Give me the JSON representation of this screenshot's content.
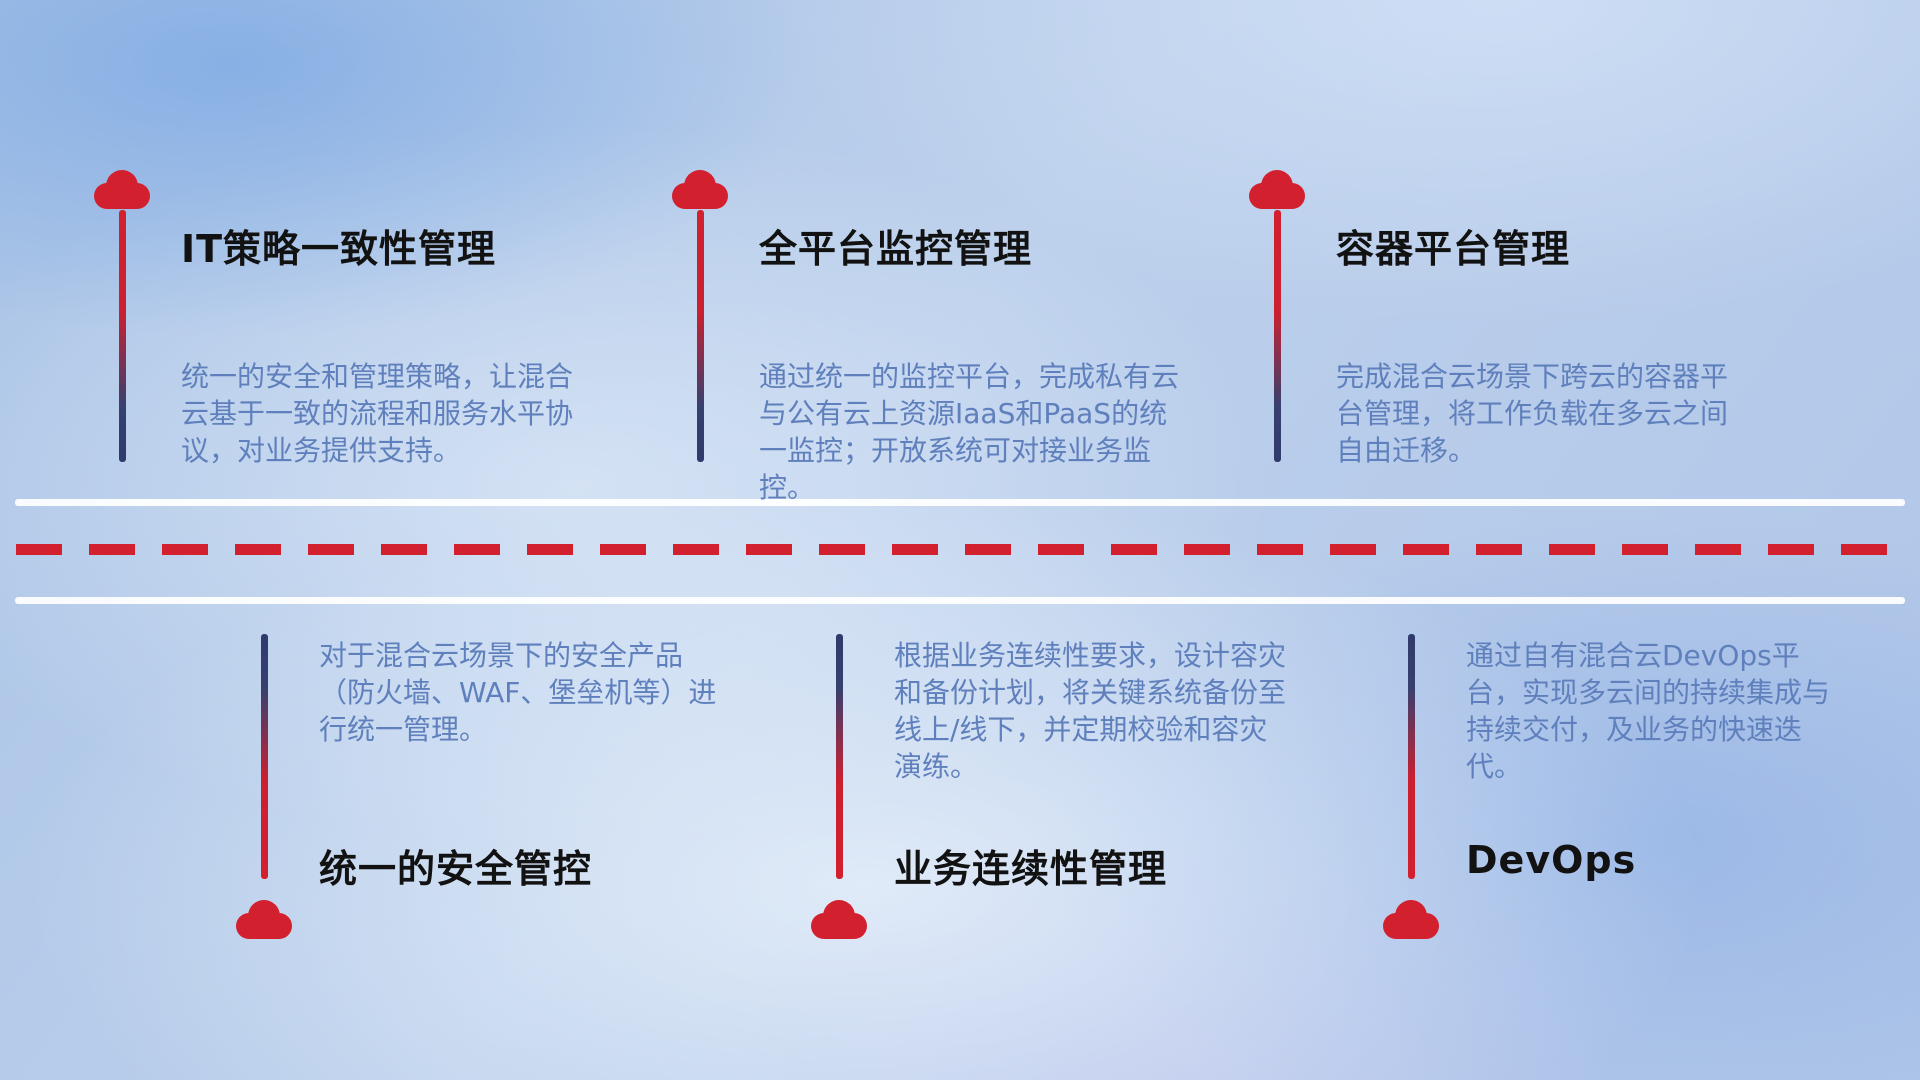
{
  "diagram_title": "hybrid-cloud-capabilities",
  "colors": {
    "accent_red": "#d2202f",
    "accent_navy": "#2f3a6c",
    "title_text": "#121212",
    "description_text": "#5f80bc",
    "road_line": "#ffffff"
  },
  "top_items": [
    {
      "icon": "cloud-icon",
      "title": "IT策略一致性管理",
      "description": "统一的安全和管理策略，让混合云基于一致的流程和服务水平协议，对业务提供支持。"
    },
    {
      "icon": "cloud-icon",
      "title": "全平台监控管理",
      "description": "通过统一的监控平台，完成私有云与公有云上资源IaaS和PaaS的统一监控；开放系统可对接业务监控。"
    },
    {
      "icon": "cloud-icon",
      "title": "容器平台管理",
      "description": "完成混合云场景下跨云的容器平台管理，将工作负载在多云之间自由迁移。"
    }
  ],
  "bottom_items": [
    {
      "icon": "cloud-icon",
      "title": "统一的安全管控",
      "description": "对于混合云场景下的安全产品（防火墙、WAF、堡垒机等）进行统一管理。"
    },
    {
      "icon": "cloud-icon",
      "title": "业务连续性管理",
      "description": "根据业务连续性要求，设计容灾和备份计划，将关键系统备份至线上/线下，并定期校验和容灾演练。"
    },
    {
      "icon": "cloud-icon",
      "title": "DevOps",
      "description": "通过自有混合云DevOps平台，实现多云间的持续集成与持续交付，及业务的快速迭代。"
    }
  ]
}
